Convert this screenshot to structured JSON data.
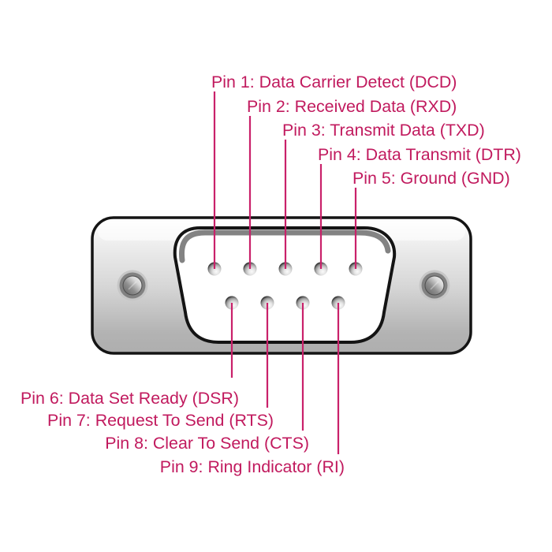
{
  "colors": {
    "background": "#ffffff",
    "label_text": "#C11A5E",
    "leader_line": "#C9216A",
    "connector_outline": "#141414",
    "connector_body_light": "#f5f5f5",
    "connector_body_dark": "#aeaeae",
    "pin_metal": "#c0c0c0",
    "screw_metal": "#8f8f8f"
  },
  "pins": [
    {
      "pin": "1",
      "label": "Pin 1: Data Carrier Detect (DCD)"
    },
    {
      "pin": "2",
      "label": "Pin 2: Received Data (RXD)"
    },
    {
      "pin": "3",
      "label": "Pin 3: Transmit Data (TXD)"
    },
    {
      "pin": "4",
      "label": "Pin 4: Data Transmit (DTR)"
    },
    {
      "pin": "5",
      "label": "Pin 5: Ground (GND)"
    },
    {
      "pin": "6",
      "label": "Pin 6: Data Set Ready (DSR)"
    },
    {
      "pin": "7",
      "label": "Pin 7: Request To Send (RTS)"
    },
    {
      "pin": "8",
      "label": "Pin 8: Clear To Send (CTS)"
    },
    {
      "pin": "9",
      "label": "Pin 9: Ring Indicator (RI)"
    }
  ]
}
